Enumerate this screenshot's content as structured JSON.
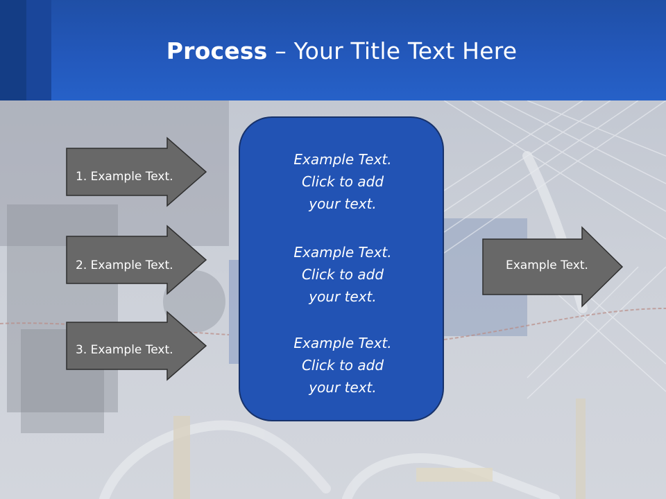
{
  "slide": {
    "title_bold": "Process",
    "title_rest": " – Your Title Text Here"
  },
  "left_arrows": [
    {
      "label": "1. Example Text."
    },
    {
      "label": "2. Example Text."
    },
    {
      "label": "3. Example Text."
    }
  ],
  "center_box": {
    "blocks": [
      {
        "line1": "Example Text.",
        "line2": "Click  to add",
        "line3": "your text."
      },
      {
        "line1": "Example Text.",
        "line2": "Click  to add",
        "line3": "your text."
      },
      {
        "line1": "Example Text.",
        "line2": "Click  to add",
        "line3": "your text."
      }
    ]
  },
  "right_arrow": {
    "label": "Example Text."
  },
  "colors": {
    "header_blue": "#2358bb",
    "box_blue": "#2253b4",
    "arrow_gray": "#6b6b6b"
  }
}
